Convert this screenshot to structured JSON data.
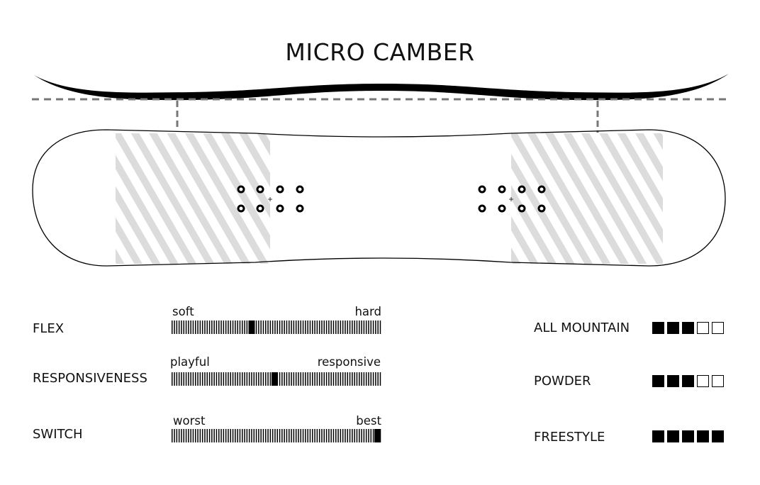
{
  "title": "MICRO CAMBER",
  "colors": {
    "ink": "#000000",
    "dash": "#777777",
    "hatch": "#dcdcdc"
  },
  "icons": {
    "insert": "mounting-insert-icon",
    "center": "crosshair-icon"
  },
  "sliders": [
    {
      "label": "FLEX",
      "low_label": "soft",
      "high_label": "hard",
      "value_fraction": 0.38
    },
    {
      "label": "RESPONSIVENESS",
      "low_label": "playful",
      "high_label": "responsive",
      "value_fraction": 0.49
    },
    {
      "label": "SWITCH",
      "low_label": "worst",
      "high_label": "best",
      "value_fraction": 0.98
    }
  ],
  "ratings": [
    {
      "label": "ALL MOUNTAIN",
      "filled": 3,
      "total": 5
    },
    {
      "label": "POWDER",
      "filled": 3,
      "total": 5
    },
    {
      "label": "FREESTYLE",
      "filled": 5,
      "total": 5
    }
  ]
}
